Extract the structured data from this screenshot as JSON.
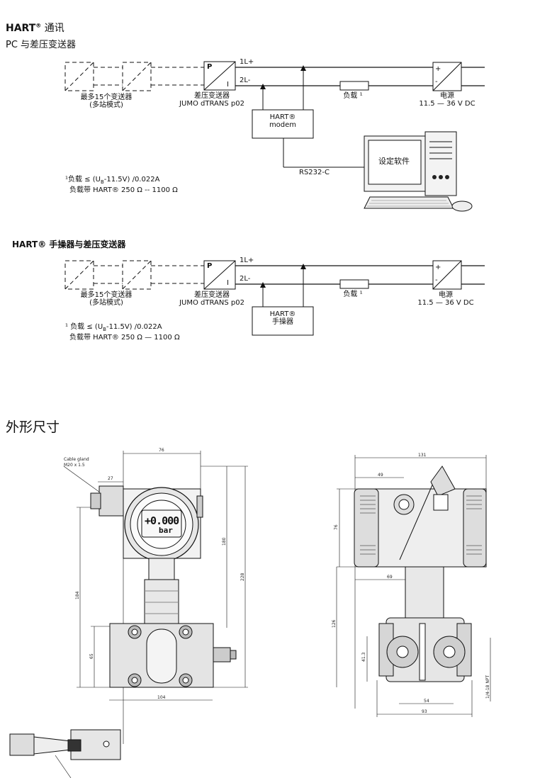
{
  "header": {
    "title_main": "HART",
    "title_reg": "®",
    "title_suffix": " 通讯",
    "subtitle": "PC 与差压变送器"
  },
  "diagram1": {
    "line1": "1L+",
    "line2": "2L-",
    "transmitter_p": "P",
    "transmitter_i": "I",
    "multi_label_1": "最多15个变送器",
    "multi_label_2": "(多站模式)",
    "transmitter_label_1": "差压变送器",
    "transmitter_label_2": "JUMO dTRANS p02",
    "modem_label_1": "HART®",
    "modem_label_2": "modem",
    "load_label": "负载 ¹",
    "power_label_1": "电源",
    "power_label_2": "11.5 — 36 V DC",
    "rs232": "RS232-C",
    "pc_screen": "设定软件",
    "power_plus": "+",
    "power_minus": "-",
    "footnote_1": "¹负载    ≤ (U",
    "footnote_1b": "B",
    "footnote_1c": "-11.5V) /0.022A",
    "footnote_2": "负载带 HART® 250 Ω -- 1100 Ω"
  },
  "section2": {
    "title": "HART® 手操器与差压变送器"
  },
  "diagram2": {
    "line1": "1L+",
    "line2": "2L-",
    "transmitter_p": "P",
    "transmitter_i": "I",
    "multi_label_1": "最多15个变送器",
    "multi_label_2": "(多站模式)",
    "transmitter_label_1": "差压变送器",
    "transmitter_label_2": "JUMO dTRANS p02",
    "handheld_label_1": "HART®",
    "handheld_label_2": "手操器",
    "load_label": "负载 ¹",
    "power_label_1": "电源",
    "power_label_2": "11.5 — 36 V DC",
    "power_plus": "+",
    "power_minus": "-",
    "footnote_1": "¹ 负载    ≤ (U",
    "footnote_1b": "B",
    "footnote_1c": "-11.5V) /0.022A",
    "footnote_2": "负载带 HART® 250 Ω — 1100 Ω"
  },
  "dimensions_section": {
    "title": "外形尺寸",
    "display_value": "+0.000",
    "display_unit": "bar",
    "cable_gland_1": "Cable gland",
    "cable_gland_2": "M20 x 1.5",
    "front": {
      "d76": "76",
      "d27": "27",
      "d180": "180",
      "d228": "228",
      "d184": "184",
      "d65": "65",
      "d104": "104"
    },
    "side": {
      "d131": "131",
      "d49": "49",
      "d76": "76",
      "d69": "69",
      "d126": "126",
      "d41_3": "41.3",
      "d54": "54",
      "d93": "93",
      "npt": "1/4-18 NPT"
    }
  }
}
